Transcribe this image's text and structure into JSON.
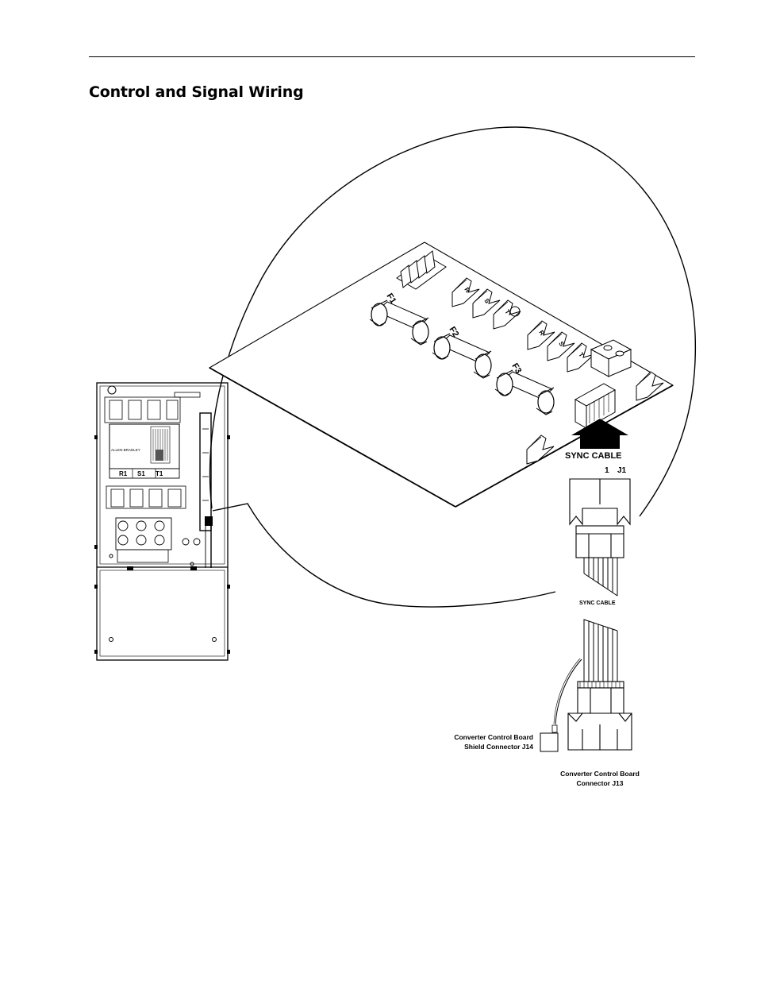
{
  "page": {
    "title": "Control and Signal Wiring"
  },
  "diagram": {
    "drive_labels": {
      "r1": "R1",
      "s1": "S1",
      "t1": "T1",
      "brand": "ALLEN-BRADLEY"
    },
    "board_labels": {
      "fuse1": "F1",
      "fuse2": "F2",
      "fuse3": "F3",
      "r_a": "R",
      "s_a": "S",
      "t_a": "T",
      "r_b": "R",
      "s_b": "S",
      "t_b": "T"
    },
    "callouts": {
      "sync_cable_top": "SYNC CABLE",
      "pin_one": "1",
      "j1": "J1",
      "sync_cable_mid": "SYNC CABLE",
      "shield_line1": "Converter Control Board",
      "shield_line2": "Shield Connector J14",
      "j13_line1": "Converter Control Board",
      "j13_line2": "Connector J13"
    }
  }
}
